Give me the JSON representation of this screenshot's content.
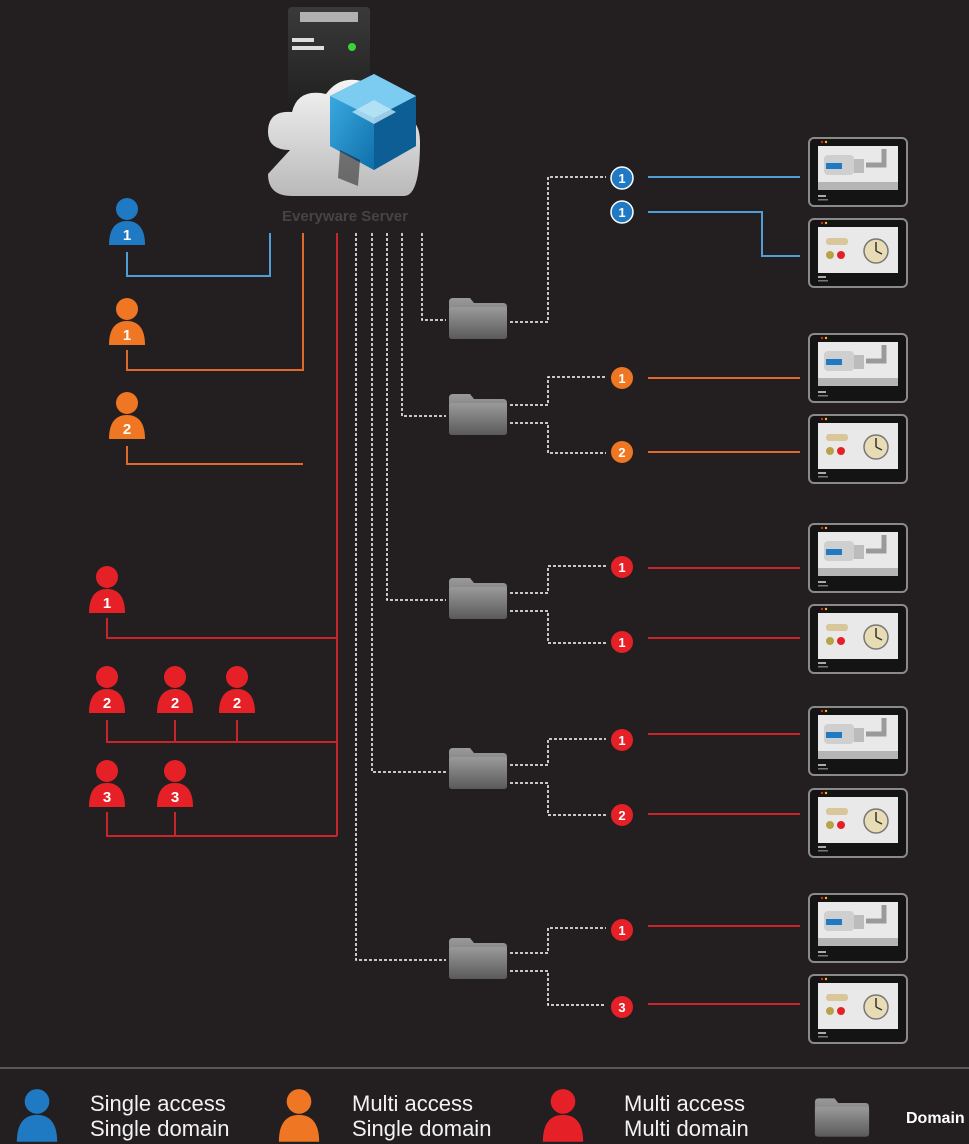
{
  "server": {
    "label": "Everyware Server"
  },
  "colors": {
    "background": "#231f20",
    "single_access": "#1f7ac3",
    "multi_access_single_domain": "#ef7622",
    "multi_access_multi_domain": "#e52127",
    "blue_line": "#4f9fd6",
    "orange_line": "#e0692e",
    "red_line": "#c8252b",
    "dashed": "#ffffff"
  },
  "users": [
    {
      "type": "single",
      "number": "1"
    },
    {
      "type": "multi-single",
      "number": "1"
    },
    {
      "type": "multi-single",
      "number": "2"
    },
    {
      "type": "multi-multi",
      "number": "1"
    },
    {
      "type": "multi-multi",
      "number": "2"
    },
    {
      "type": "multi-multi",
      "number": "2"
    },
    {
      "type": "multi-multi",
      "number": "2"
    },
    {
      "type": "multi-multi",
      "number": "3"
    },
    {
      "type": "multi-multi",
      "number": "3"
    }
  ],
  "domains": [
    {
      "badges": [
        "1",
        "1"
      ],
      "color": "blue"
    },
    {
      "badges": [
        "1",
        "2"
      ],
      "color": "orange"
    },
    {
      "badges": [
        "1",
        "1"
      ],
      "color": "red"
    },
    {
      "badges": [
        "1",
        "2"
      ],
      "color": "red"
    },
    {
      "badges": [
        "1",
        "3"
      ],
      "color": "red"
    }
  ],
  "legend": {
    "single": {
      "line1": "Single access",
      "line2": "Single domain"
    },
    "multi_single": {
      "line1": "Multi access",
      "line2": "Single domain"
    },
    "multi_multi": {
      "line1": "Multi access",
      "line2": "Multi domain"
    },
    "domain": "Domain"
  }
}
